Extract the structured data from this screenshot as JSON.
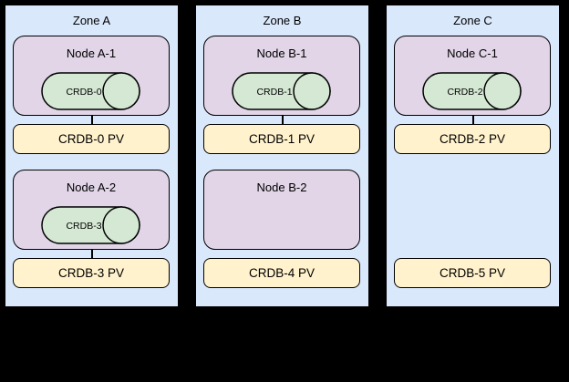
{
  "diagram": {
    "background": "#000000",
    "colors": {
      "zone_fill": "#dae8fc",
      "node_fill": "#e1d5e7",
      "database_fill": "#d5e8d4",
      "pv_fill": "#fff2cc",
      "stroke": "#000000"
    },
    "zones": [
      {
        "label": "Zone A",
        "nodes": [
          {
            "label": "Node A-1",
            "database": "CRDB-0"
          },
          {
            "label": "Node A-2",
            "database": "CRDB-3"
          }
        ],
        "pvs": [
          "CRDB-0 PV",
          "CRDB-3 PV"
        ]
      },
      {
        "label": "Zone B",
        "nodes": [
          {
            "label": "Node B-1",
            "database": "CRDB-1"
          },
          {
            "label": "Node B-2",
            "database": null
          }
        ],
        "pvs": [
          "CRDB-1 PV",
          "CRDB-4 PV"
        ]
      },
      {
        "label": "Zone C",
        "nodes": [
          {
            "label": "Node C-1",
            "database": "CRDB-2"
          }
        ],
        "pvs": [
          "CRDB-2 PV",
          "CRDB-5 PV"
        ]
      }
    ]
  }
}
